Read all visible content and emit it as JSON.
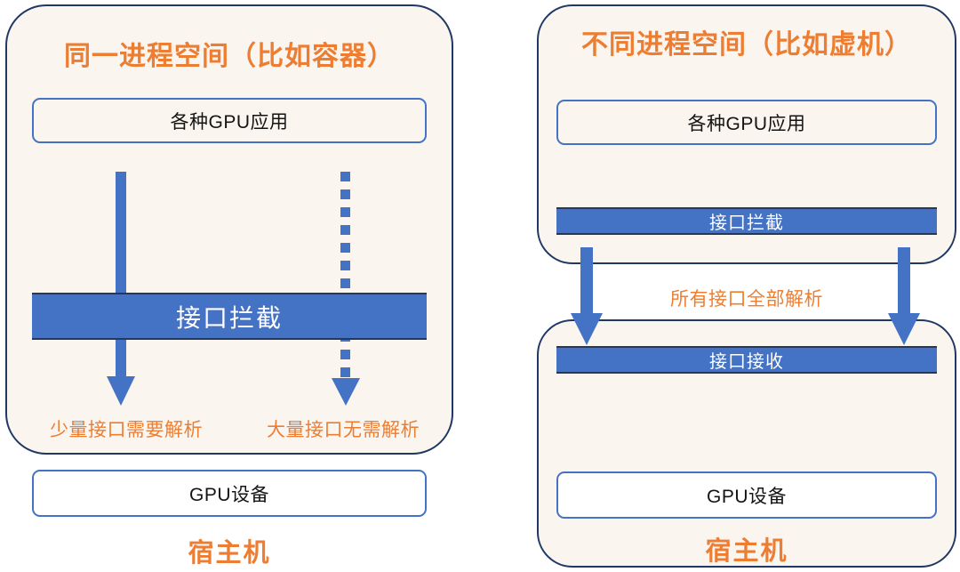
{
  "diagram": {
    "title_implicit": "GPU 接口拦截架构对比",
    "colors": {
      "panel_fill": "#FBF5F0",
      "panel_border": "#1F3864",
      "accent_orange": "#ED7D31",
      "bar_blue": "#4472C4",
      "bar_border": "#1F3864",
      "box_border": "#4472C4",
      "box_fill_white": "#FFFFFF",
      "text_dark": "#141414"
    },
    "left": {
      "title": "同一进程空间（比如容器）",
      "app_box": "各种GPU应用",
      "intercept_bar": "接口拦截",
      "gpu_box": "GPU设备",
      "host_label": "宿主机",
      "caption_few": "少量接口需要解析",
      "caption_many": "大量接口无需解析",
      "arrow_solid": "solid-down-arrow",
      "arrow_dashed": "dashed-down-arrow"
    },
    "right": {
      "title": "不同进程空间（比如虚机）",
      "app_box": "各种GPU应用",
      "intercept_bar": "接口拦截",
      "receive_bar": "接口接收",
      "gpu_box": "GPU设备",
      "host_label": "宿主机",
      "caption_all": "所有接口全部解析",
      "arrow_left": "solid-down-arrow",
      "arrow_right": "solid-down-arrow"
    }
  }
}
